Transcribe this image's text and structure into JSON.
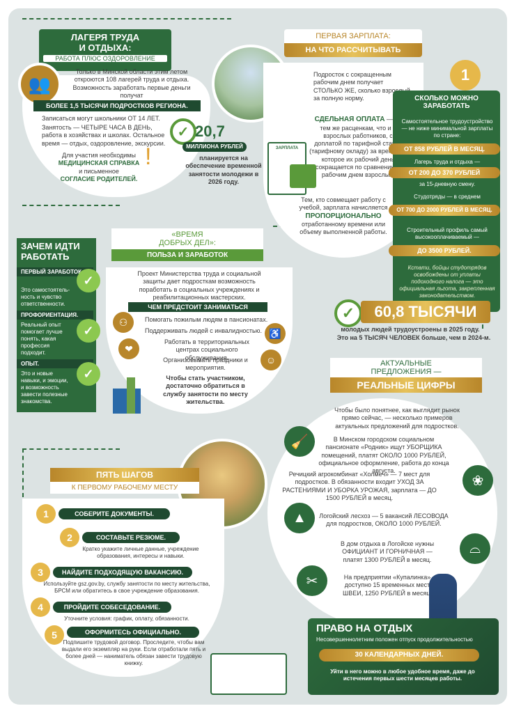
{
  "camps": {
    "title1": "ЛАГЕРЯ ТРУДА",
    "title2": "И ОТДЫХА:",
    "subtitle": "РАБОТА ПЛЮС ОЗДОРОВЛЕНИЕ",
    "intro": "Только в Минской области этим летом откроются 108 лагерей труда и отдыха. Возможность заработать первые деньги получат",
    "banner": "БОЛЕЕ 1,5 ТЫСЯЧИ ПОДРОСТКОВ РЕГИОНА.",
    "b1": "Записаться могут школьники ОТ 14 ЛЕТ.",
    "b2": "Занятость — ЧЕТЫРЕ ЧАСА В ДЕНЬ, работа в хозяйствах и школах. Остальное время — отдых, оздоровление, экскурсии.",
    "b3a": "Для участия необходимы",
    "b3b": "МЕДИЦИНСКАЯ СПРАВКА",
    "b3c": "и письменное",
    "b3d": "СОГЛАСИЕ РОДИТЕЛЕЙ."
  },
  "funds": {
    "value": "20,7",
    "unit": "МИЛЛИОНА РУБЛЕЙ",
    "text": "планируется на обеспечение временной занятости молодежи в 2026 году."
  },
  "salary": {
    "title1": "ПЕРВАЯ ЗАРПЛАТА:",
    "title2": "НА ЧТО РАССЧИТЫВАТЬ",
    "p1": "Подросток с сокращенным рабочим днем получает СТОЛЬКО ЖЕ, сколько взрослый за полную норму.",
    "p2h": "СДЕЛЬНАЯ ОПЛАТА",
    "p2": "— по тем же расценкам, что и у взрослых работников, с доплатой по тарифной ставке (тарифному окладу) за время, на которое их рабочий день сокращается по сравнению с рабочим днем взрослых.",
    "p3a": "Тем, кто совмещает работу с учебой, зарплата начисляется",
    "p3h": "ПРОПОРЦИОНАЛЬНО",
    "p3b": "отработанному времени или объему выполненной работы.",
    "doc": "ЗАРПЛАТА"
  },
  "earn": {
    "title1": "СКОЛЬКО МОЖНО",
    "title2": "ЗАРАБОТАТЬ",
    "s1": "Самостоятельное трудоустройство — не ниже минимальной зарплаты по стране:",
    "v1": "ОТ 858 РУБЛЕЙ В МЕСЯЦ.",
    "s2": "Лагерь труда и отдыха —",
    "v2": "ОТ 200 ДО 370 РУБЛЕЙ",
    "s2b": "за 15-дневную смену.",
    "s3": "Студотряды — в среднем",
    "v3": "ОТ 700 ДО 2000 РУБЛЕЙ В МЕСЯЦ.",
    "s4": "Строительный профиль самый высокооплачиваемый —",
    "v4": "ДО 3500 РУБЛЕЙ.",
    "note": "Кстати, бойцы студотрядов освобождены от уплаты подоходного налога — это официальная льгота, закрепленная законодательством."
  },
  "why": {
    "title1": "ЗАЧЕМ ИДТИ",
    "title2": "РАБОТАТЬ",
    "h1": "ПЕРВЫЙ ЗАРАБОТОК.",
    "t1": "Это самостоятель-ность и чувство ответственности.",
    "h2": "ПРОФОРИЕНТАЦИЯ.",
    "t2": "Реальный опыт помогает лучше понять, какая профессия подходит.",
    "h3": "ОПЫТ.",
    "t3": "Это и новые навыки, и эмоции, и возможность завести полезные знакомства."
  },
  "good": {
    "title1": "«ВРЕМЯ",
    "title2": "ДОБРЫХ ДЕЛ»:",
    "title3": "ПОЛЬЗА И ЗАРАБОТОК",
    "intro": "Проект Министерства труда и социальной защиты дает подросткам возможность поработать в социальных учреждениях и реабилитационных мастерских.",
    "banner": "ЧЕМ ПРЕДСТОИТ ЗАНИМАТЬСЯ",
    "i1": "Помогать пожилым людям в пансионатах.",
    "i2": "Поддерживать людей с инвалидностью.",
    "i3": "Работать в территориальных центрах социального обслуживания.",
    "i4": "Организовывать праздники и мероприятия.",
    "out": "Чтобы стать участником, достаточно обратиться в службу занятости по месту жительства."
  },
  "stat": {
    "value": "60,8 ТЫСЯЧИ",
    "l1": "молодых людей трудоустроены в 2025 году.",
    "l2": "Это на 5 ТЫСЯЧ ЧЕЛОВЕК больше, чем в 2024-м."
  },
  "offers": {
    "title1": "АКТУАЛЬНЫЕ",
    "title2": "ПРЕДЛОЖЕНИЯ —",
    "title3": "РЕАЛЬНЫЕ ЦИФРЫ",
    "intro": "Чтобы было понятнее, как выглядит рынок прямо сейчас, — несколько примеров актуальных предложений для подростков.",
    "o1": "В Минском городском социальном пансионате «Родник» ищут УБОРЩИКА помещений, платят ОКОЛО 1000 РУБЛЕЙ, официальное оформление, работа до конца августа.",
    "o2": "Речицкий агрокомбинат «Холмеч» — 7 мест для подростков. В обязанности входит УХОД ЗА РАСТЕНИЯМИ И УБОРКА УРОЖАЯ, зарплата — ДО 1500 РУБЛЕЙ в месяц.",
    "o3": "Логойский лесхоз — 5 вакансий ЛЕСОВОДА для подростков, ОКОЛО 1000 РУБЛЕЙ.",
    "o4": "В дом отдыха в Логойске нужны ОФИЦИАНТ И ГОРНИЧНАЯ — платят 1300 РУБЛЕЙ в месяц.",
    "o5": "На предприятии «Купалинка» доступно 15 временных мест ШВЕИ, 1250 РУБЛЕЙ в месяц."
  },
  "steps": {
    "title1": "ПЯТЬ ШАГОВ",
    "title2": "К ПЕРВОМУ РАБОЧЕМУ МЕСТУ",
    "items": [
      {
        "n": "1",
        "h": "СОБЕРИТЕ ДОКУМЕНТЫ.",
        "t": ""
      },
      {
        "n": "2",
        "h": "СОСТАВЬТЕ РЕЗЮМЕ.",
        "t": "Кратко укажите личные данные, учреждение образования, интересы и навыки."
      },
      {
        "n": "3",
        "h": "НАЙДИТЕ ПОДХОДЯЩУЮ ВАКАНСИЮ.",
        "t": "Используйте gsz.gov.by, службу занятости по месту жительства, БРСМ или обратитесь в свое учреждение образования."
      },
      {
        "n": "4",
        "h": "ПРОЙДИТЕ СОБЕСЕДОВАНИЕ.",
        "t": "Уточните условия: график, оплату, обязанности."
      },
      {
        "n": "5",
        "h": "ОФОРМИТЕСЬ ОФИЦИАЛЬНО.",
        "t": "Подпишите трудовой договор. Проследите, чтобы вам выдали его экземпляр на руки. Если отработали пять и более дней — наниматель обязан завести трудовую книжку."
      }
    ]
  },
  "rest": {
    "title": "ПРАВО НА ОТДЫХ",
    "sub": "Несовершеннолетним положен отпуск продолжительностью",
    "value": "30 КАЛЕНДАРНЫХ ДНЕЙ.",
    "note": "Уйти в него можно в любое удобное время, даже до истечения первых шести месяцев работы."
  }
}
